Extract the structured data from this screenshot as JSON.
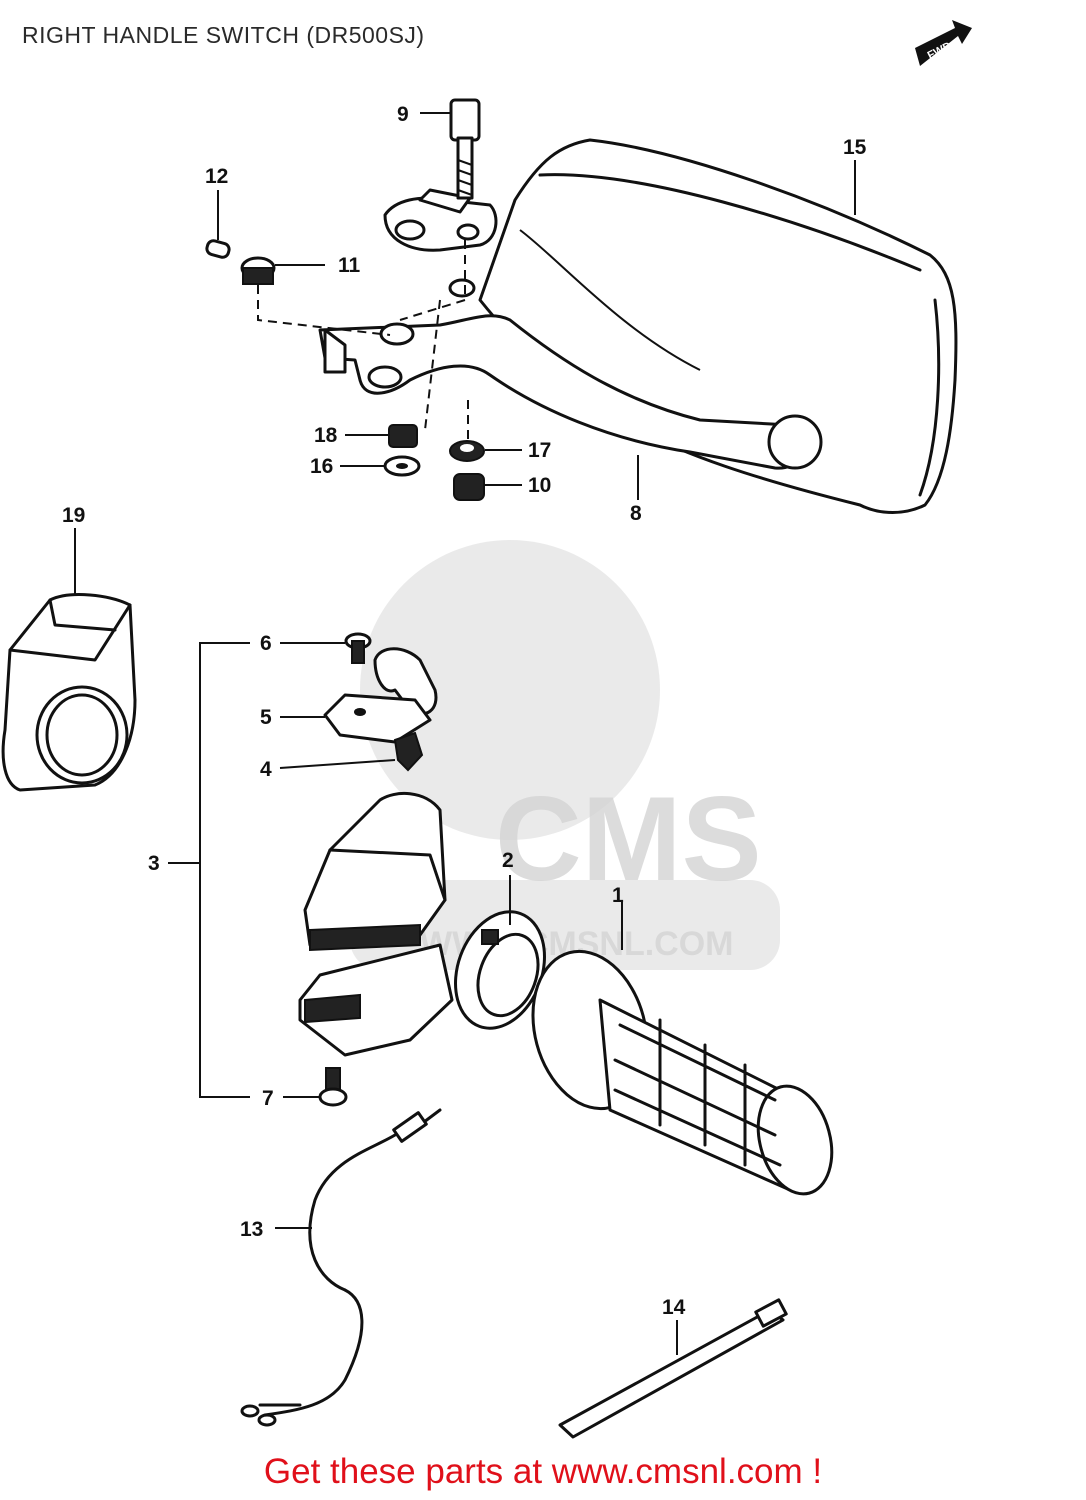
{
  "title": "RIGHT HANDLE SWITCH (DR500SJ)",
  "footer": "Get these parts at www.cmsnl.com !",
  "front_badge": "FWD",
  "watermark": {
    "logo_text": "CMS",
    "url_text": "WWW.CMSNL.COM"
  },
  "callouts": [
    {
      "id": "c1",
      "label": "1"
    },
    {
      "id": "c2",
      "label": "2"
    },
    {
      "id": "c3",
      "label": "3"
    },
    {
      "id": "c4",
      "label": "4"
    },
    {
      "id": "c5",
      "label": "5"
    },
    {
      "id": "c6",
      "label": "6"
    },
    {
      "id": "c7",
      "label": "7"
    },
    {
      "id": "c8",
      "label": "8"
    },
    {
      "id": "c9",
      "label": "9"
    },
    {
      "id": "c10",
      "label": "10"
    },
    {
      "id": "c11",
      "label": "11"
    },
    {
      "id": "c12",
      "label": "12"
    },
    {
      "id": "c13",
      "label": "13"
    },
    {
      "id": "c14",
      "label": "14"
    },
    {
      "id": "c15",
      "label": "15"
    },
    {
      "id": "c16",
      "label": "16"
    },
    {
      "id": "c17",
      "label": "17"
    },
    {
      "id": "c18",
      "label": "18"
    },
    {
      "id": "c19",
      "label": "19"
    }
  ],
  "colors": {
    "ink": "#111111",
    "footer": "#e0101a",
    "watermark": "#d9d9d9"
  }
}
